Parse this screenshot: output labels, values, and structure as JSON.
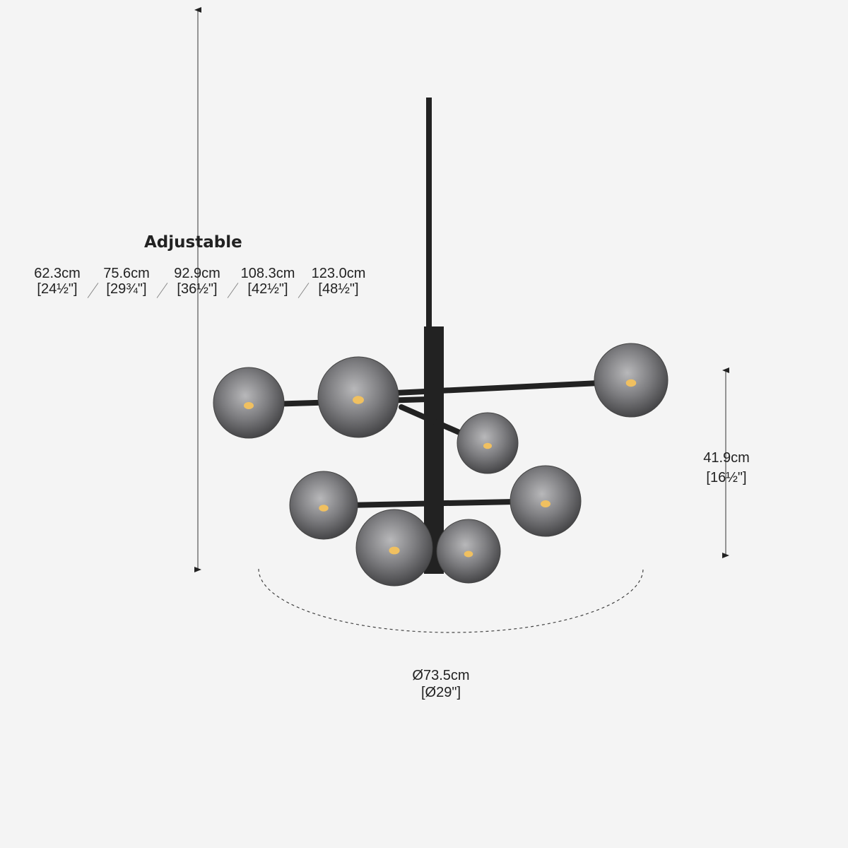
{
  "adjustable": {
    "title": "Adjustable",
    "options": [
      {
        "cm": "62.3cm",
        "inch": "[24½\"]"
      },
      {
        "cm": "75.6cm",
        "inch": "[29¾\"]"
      },
      {
        "cm": "92.9cm",
        "inch": "[36½\"]"
      },
      {
        "cm": "108.3cm",
        "inch": "[42½\"]"
      },
      {
        "cm": "123.0cm",
        "inch": "[48½\"]"
      }
    ]
  },
  "height": {
    "cm": "41.9cm",
    "inch": "[16½\"]"
  },
  "diameter": {
    "cm": "Ø73.5cm",
    "inch": "[Ø29\"]"
  },
  "colors": {
    "background": "#f4f4f4",
    "metal": "#222222",
    "glass": "#6e6e70",
    "bulb": "#f0c060"
  }
}
